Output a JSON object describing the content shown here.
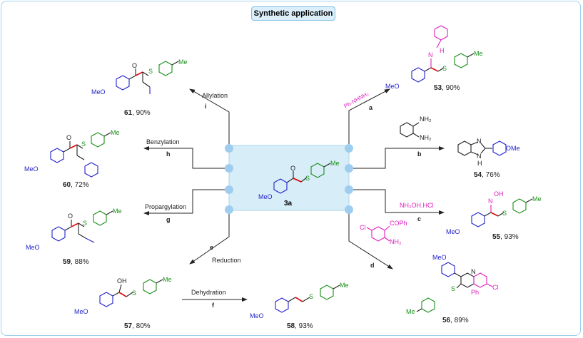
{
  "title": "Synthetic application",
  "center": {
    "label": "3a",
    "me": "Me",
    "meo": "MeO",
    "o": "O",
    "s": "S"
  },
  "atoms": {
    "O": "O",
    "S": "S",
    "N": "N",
    "NH": "N",
    "H": "H",
    "OH": "OH",
    "Cl": "Cl",
    "MeO": "MeO",
    "Me": "Me",
    "Ph": "Ph",
    "NH2": "NH₂",
    "COPh": "COPh"
  },
  "left": [
    {
      "cond": "Allylation",
      "letter": "i",
      "compound": "61",
      "yield": ", 90%"
    },
    {
      "cond": "Benzylation",
      "letter": "h",
      "compound": "60",
      "yield": ", 72%"
    },
    {
      "cond": "Propargylation",
      "letter": "g",
      "compound": "59",
      "yield": ", 88%"
    },
    {
      "cond": "Reduction",
      "letter": "e",
      "compound": "57",
      "yield": ", 80%"
    }
  ],
  "dehydration": {
    "cond": "Dehydration",
    "letter": "f",
    "compound": "58",
    "yield": ", 93%"
  },
  "right": [
    {
      "cond": "Ph-NHNH₂",
      "letter": "a",
      "compound": "53",
      "yield": ", 90%"
    },
    {
      "cond": "",
      "letter": "b",
      "compound": "54",
      "yield": ", 76%"
    },
    {
      "cond": "NH₂OH.HCl",
      "letter": "c",
      "compound": "55",
      "yield": ", 93%"
    },
    {
      "cond": "",
      "letter": "d",
      "compound": "56",
      "yield": ", 89%"
    }
  ],
  "colors": {
    "blue": "#2222cc",
    "green": "#1a8f1a",
    "magenta": "#e020c0",
    "red": "#e01010",
    "center_bg": "#d7edf8",
    "dot": "#9fcdf0",
    "frame": "#9fd0ea"
  }
}
